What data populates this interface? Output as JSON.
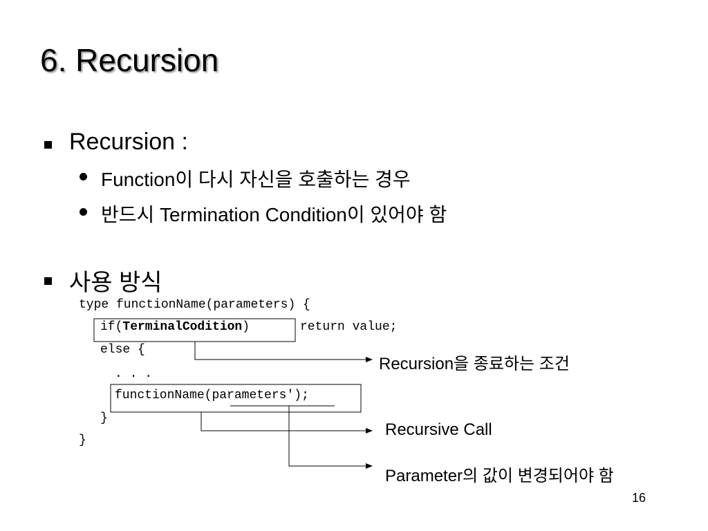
{
  "slide": {
    "title": "6. Recursion",
    "page_number": "16"
  },
  "sections": [
    {
      "heading": "Recursion :",
      "items": [
        "Function이 다시 자신을 호출하는 경우",
        "반드시 Termination Condition이 있어야 함"
      ]
    },
    {
      "heading": "사용 방식"
    }
  ],
  "code": {
    "line1": "type functionName(parameters) {",
    "line2_prefix": "if(",
    "line2_bold": "TerminalCodition",
    "line2_suffix": ")",
    "line2_rest": "return value;",
    "line3": "else {",
    "line4": ". . .",
    "line5_prefix": "functionName(",
    "line5_param": "parameters'",
    "line5_suffix": ");",
    "line6": "}",
    "line7": "}"
  },
  "annotations": {
    "terminal_label": "Recursion을 종료하는 조건",
    "recursive_label": "Recursive Call",
    "parameter_label": "Parameter의 값이 변경되어야 함"
  },
  "icons": {
    "section_bullet": "square-bullet-icon",
    "item_bullet": "round-bullet-icon",
    "arrow": "arrow-right-icon"
  }
}
